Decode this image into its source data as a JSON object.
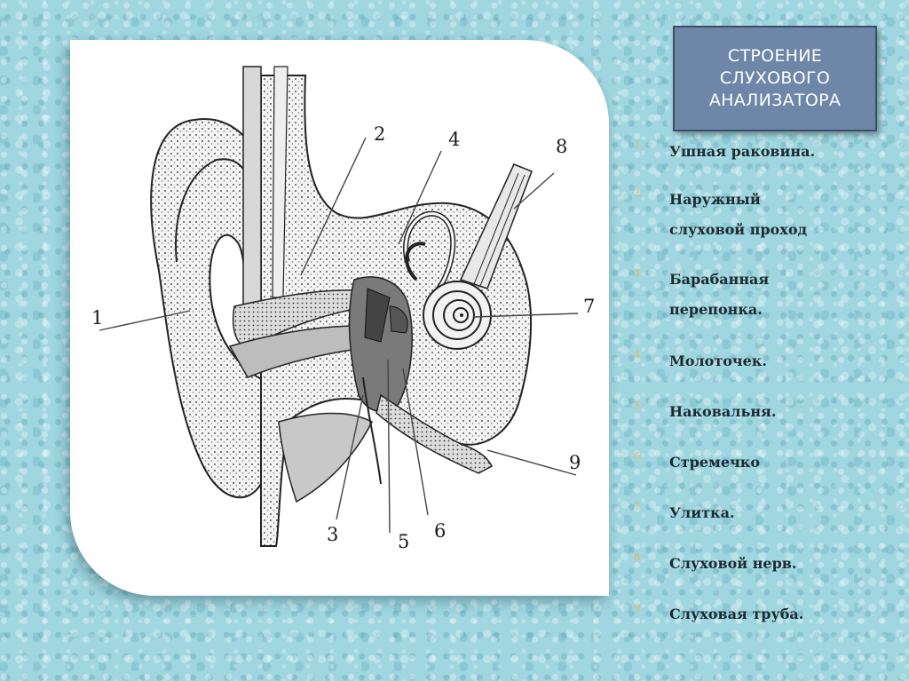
{
  "title": "СТРОЕНИЕ\nСЛУХОВОГО\nАНАЛИЗАТОРА",
  "callouts": [
    "1",
    "2",
    "3",
    "4",
    "5",
    "6",
    "7",
    "8",
    "9"
  ],
  "legend": [
    {
      "num": "1.",
      "text": "Ушная раковина."
    },
    {
      "num": "2.",
      "text": "Наружный\nслуховой проход"
    },
    {
      "num": "3.",
      "text": "Барабанная\nперепонка."
    },
    {
      "num": "4.",
      "text": "Молоточек."
    },
    {
      "num": "5.",
      "text": "Наковальня."
    },
    {
      "num": "6.",
      "text": "Стремечко"
    },
    {
      "num": "7.",
      "text": "Улитка."
    },
    {
      "num": "8.",
      "text": "Слуховой нерв."
    },
    {
      "num": "9.",
      "text": "Слуховая труба."
    }
  ],
  "colors": {
    "title_bg": "#6e87a8",
    "legend_number": "#e9b560",
    "background": "#9fd6df"
  }
}
